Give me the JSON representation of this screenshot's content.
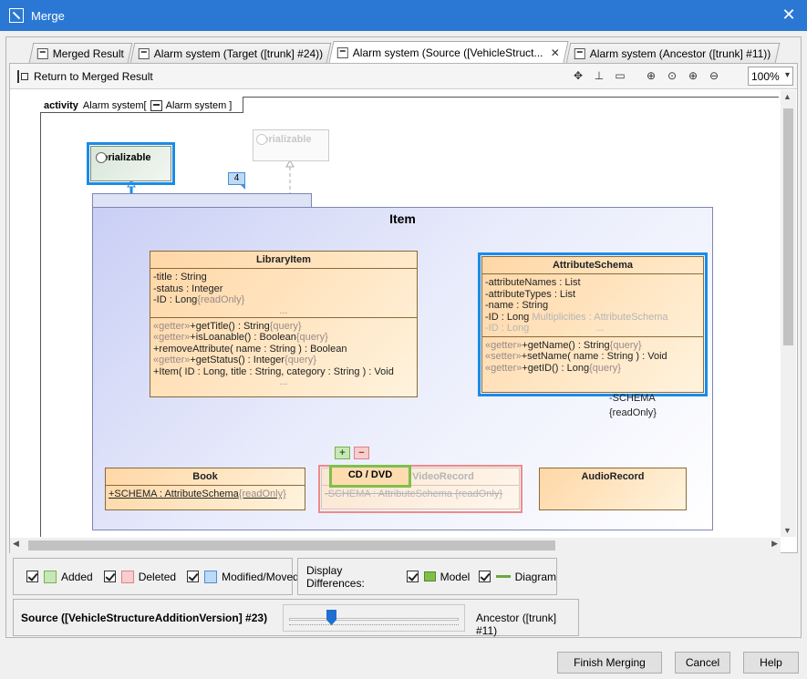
{
  "window": {
    "title": "Merge",
    "close": "✕"
  },
  "tabs": [
    {
      "label": "Merged Result"
    },
    {
      "label": "Alarm system (Target ([trunk] #24))"
    },
    {
      "label": "Alarm system (Source ([VehicleStruct...",
      "close": "✕"
    },
    {
      "label": "Alarm system (Ancestor ([trunk] #11))"
    }
  ],
  "toolbar": {
    "return_label": "Return to Merged Result",
    "zoom": "100%"
  },
  "diagram": {
    "frame_kind": "activity",
    "frame_name": "Alarm system[",
    "frame_ref": "Alarm system ]",
    "badge": "4",
    "package": "Item",
    "serializable": "Serializable",
    "serializable_ghost": "Serializable",
    "library_item": {
      "name": "LibraryItem",
      "attrs": [
        "-title : String",
        "-status : Integer"
      ],
      "attr_id": "-ID : Long",
      "attr_id_mod": "{readOnly}",
      "dots": "...",
      "ops": [
        {
          "stereo": "«getter»",
          "text": "+getTitle() : String",
          "mod": "{query}"
        },
        {
          "stereo": "«getter»",
          "text": "+isLoanable() : Boolean",
          "mod": "{query}"
        },
        {
          "stereo": "",
          "text": "+removeAttribute( name : String ) : Boolean",
          "mod": ""
        },
        {
          "stereo": "«getter»",
          "text": "+getStatus() : Integer",
          "mod": "{query}"
        },
        {
          "stereo": "",
          "text": "+Item( ID : Long, title : String, category : String ) : Void",
          "mod": ""
        }
      ]
    },
    "attribute_schema": {
      "name": "AttributeSchema",
      "attrs": [
        "-attributeNames : List",
        "-attributeTypes : List",
        "-name : String",
        "-ID : Long"
      ],
      "ghost_attr": "Multiplicities : AttributeSchema",
      "ghost_id": "-ID : Long",
      "dots": "...",
      "ops": [
        {
          "stereo": "«getter»",
          "text": "+getName() : String",
          "mod": "{query}"
        },
        {
          "stereo": "«setter»",
          "text": "+setName( name : String ) : Void",
          "mod": ""
        },
        {
          "stereo": "«getter»",
          "text": "+getID() : Long",
          "mod": "{query}"
        }
      ]
    },
    "schema_role": "-SCHEMA",
    "schema_role_mod": "{readOnly}",
    "book": {
      "name": "Book",
      "attr": "+SCHEMA : AttributeSchema",
      "attr_mod": "{readOnly}"
    },
    "cd_dvd": {
      "name": "CD / DVD",
      "ghost_name": "VideoRecord",
      "ghost_attr": "-SCHEMA : AttributeSchema {readOnly}"
    },
    "audio": {
      "name": "AudioRecord"
    },
    "marks": {
      "plus": "+",
      "minus": "−"
    }
  },
  "legend": {
    "added": "Added",
    "deleted": "Deleted",
    "modified": "Modified/Moved",
    "display_label": "Display Differences:",
    "model": "Model",
    "diagram": "Diagram",
    "colors": {
      "added": "#c7e8b6",
      "deleted": "#f8cdcd",
      "modified": "#bcd9f6"
    }
  },
  "versions": {
    "source": "Source ([VehicleStructureAdditionVersion] #23)",
    "ancestor": "Ancestor ([trunk] #11)",
    "slider_fraction": 0.25
  },
  "buttons": {
    "finish": "Finish Merging",
    "cancel": "Cancel",
    "help": "Help"
  }
}
